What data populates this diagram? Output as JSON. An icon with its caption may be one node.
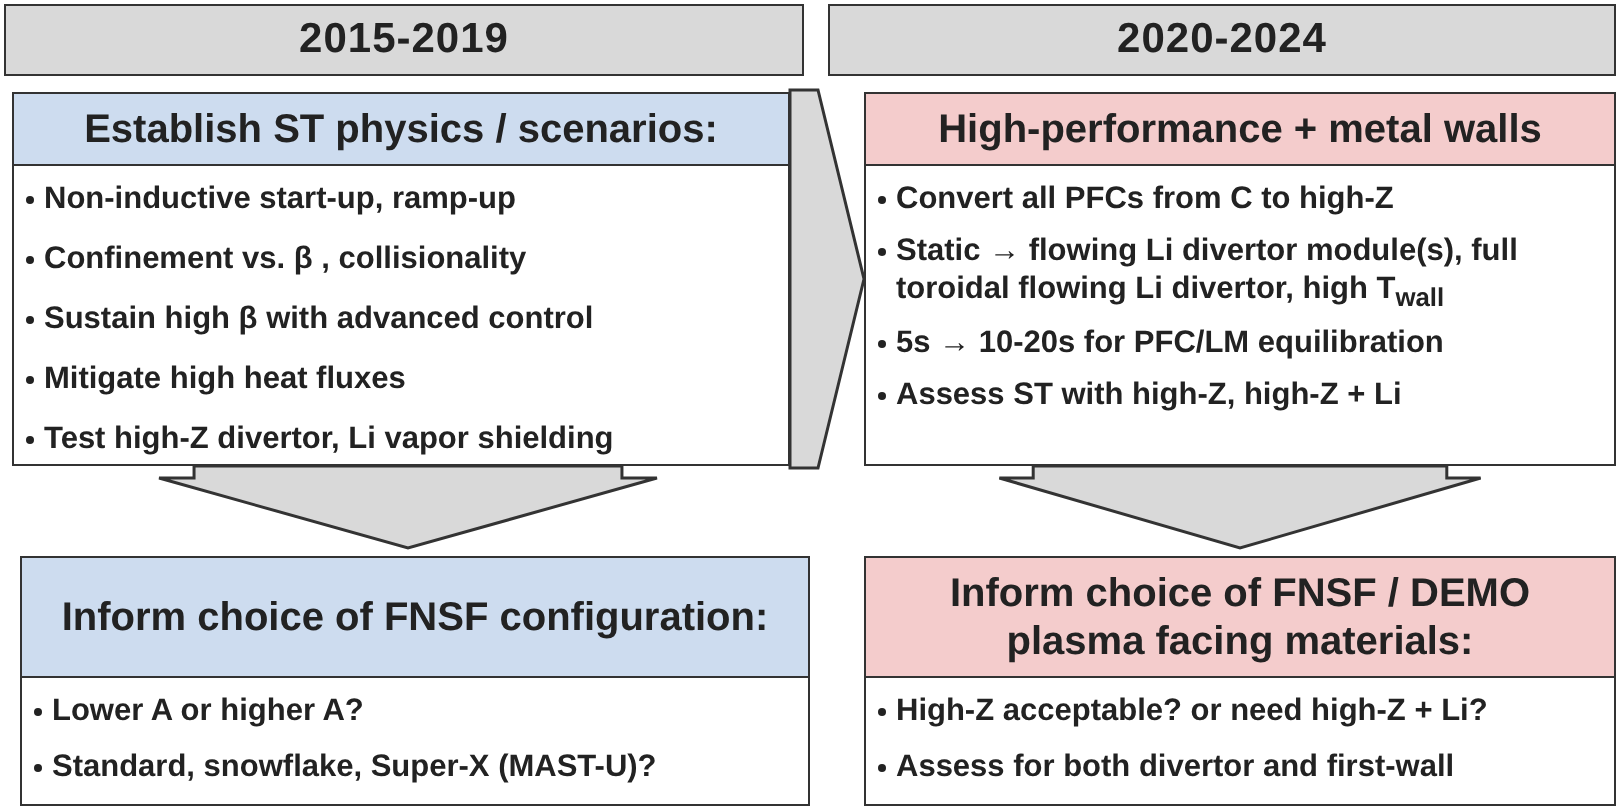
{
  "diagram": {
    "nodes": [
      {
        "text": [
          "2015-2019"
        ]
      },
      {
        "text": [
          "Establish ST physics / scenarios:",
          "Non-inductive start-up, ramp-up",
          "Confinement vs. β , collisionality",
          "Sustain high β with advanced control",
          "Mitigate high heat fluxes",
          "Test high-Z divertor, Li vapor shielding"
        ]
      },
      {
        "text": [
          "2020-2024"
        ]
      },
      {
        "text": [
          "High-performance + metal walls",
          "Convert all PFCs from C to high-Z",
          "Static → flowing Li divertor module(s), full toroidal flowing Li divertor, high T$_{wall}$",
          "5s → 10-20s for PFC/LM equilibration",
          "Assess ST with high-Z, high-Z + Li"
        ]
      },
      {
        "text": [
          "Inform choice of FNSF configuration:",
          "Lower A or higher A?",
          "Standard, snowflake, Super-X (MAST-U)?"
        ]
      },
      {
        "text": [
          "Inform choice of FNSF / DEMO plasma facing materials:",
          "High-Z acceptable?  or need high-Z + Li?",
          "Assess for both divertor and first-wall"
        ]
      }
    ],
    "edges": [
      {
        "from": 1,
        "to": 3,
        "arrow": "to"
      },
      {
        "from": 1,
        "to": 4,
        "arrow": "to"
      },
      {
        "from": 3,
        "to": 5,
        "arrow": "to"
      }
    ]
  }
}
